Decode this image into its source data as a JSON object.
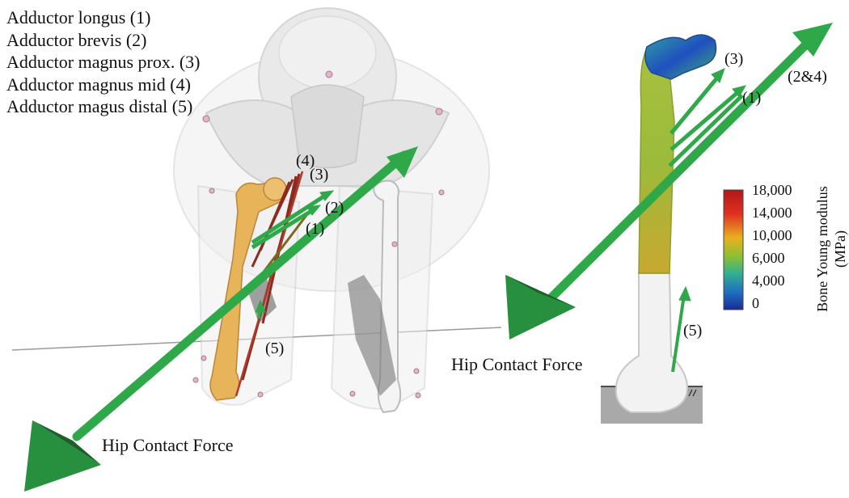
{
  "legend": {
    "items": [
      "Adductor longus (1)",
      "Adductor brevis (2)",
      "Adductor magnus prox. (3)",
      "Adductor magnus mid (4)",
      "Adductor magus distal  (5)"
    ]
  },
  "left_model": {
    "muscle_labels": [
      "(1)",
      "(2)",
      "(3)",
      "(4)",
      "(5)"
    ],
    "force_label": "Hip Contact Force"
  },
  "right_model": {
    "muscle_labels": [
      "(1)",
      "(3)",
      "(2&4)",
      "(5)"
    ],
    "force_label": "Hip Contact Force"
  },
  "colorbar": {
    "title_line1": "Bone Young modulus",
    "title_line2": "(MPa)",
    "ticks": [
      "18,000",
      "14,000",
      "10,000",
      "6,000",
      "4,000",
      "0"
    ],
    "colors": [
      "#b01818",
      "#e03020",
      "#e8b020",
      "#8fc030",
      "#30b090",
      "#2070c0",
      "#1a2a9a"
    ]
  },
  "colors": {
    "force_arrow": "#2fa84a",
    "femur_left": "#e8b45a",
    "muscle": "#8b2b1f"
  }
}
